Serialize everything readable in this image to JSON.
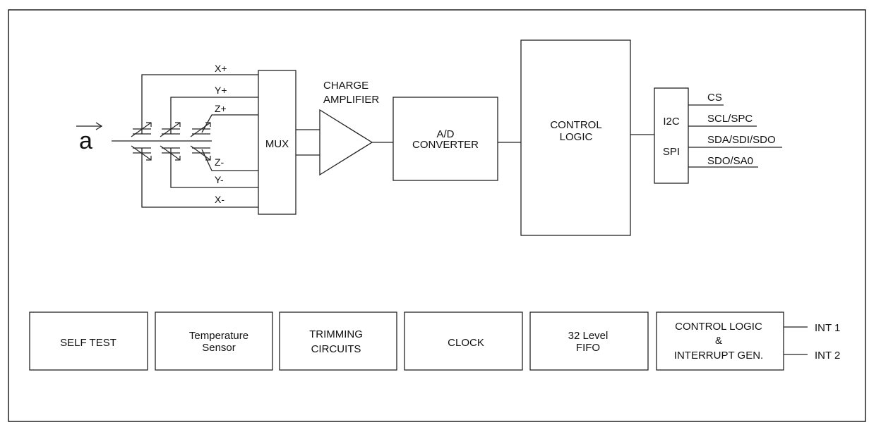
{
  "diagram": {
    "input_symbol": "a",
    "mux": {
      "label": "MUX",
      "inputs": [
        "X+",
        "Y+",
        "Z+",
        "Z-",
        "Y-",
        "X-"
      ]
    },
    "charge_amplifier": {
      "line1": "CHARGE",
      "line2": "AMPLIFIER"
    },
    "ad_converter": {
      "line1": "A/D",
      "line2": "CONVERTER"
    },
    "control_logic": {
      "line1": "CONTROL",
      "line2": "LOGIC"
    },
    "interface": {
      "i2c": "I2C",
      "spi": "SPI",
      "pins": [
        "CS",
        "SCL/SPC",
        "SDA/SDI/SDO",
        "SDO/SA0"
      ]
    },
    "bottom_blocks": {
      "self_test": {
        "line1": "SELF TEST"
      },
      "temperature_sensor": {
        "line1": "Temperature",
        "line2": "Sensor"
      },
      "trimming_circuits": {
        "line1": "TRIMMING",
        "line2": "CIRCUITS"
      },
      "clock": {
        "line1": "CLOCK"
      },
      "fifo": {
        "line1": "32 Level",
        "line2": "FIFO"
      },
      "interrupt": {
        "line1": "CONTROL LOGIC",
        "line2": "&",
        "line3": "INTERRUPT GEN."
      }
    },
    "interrupts": [
      "INT 1",
      "INT 2"
    ]
  }
}
